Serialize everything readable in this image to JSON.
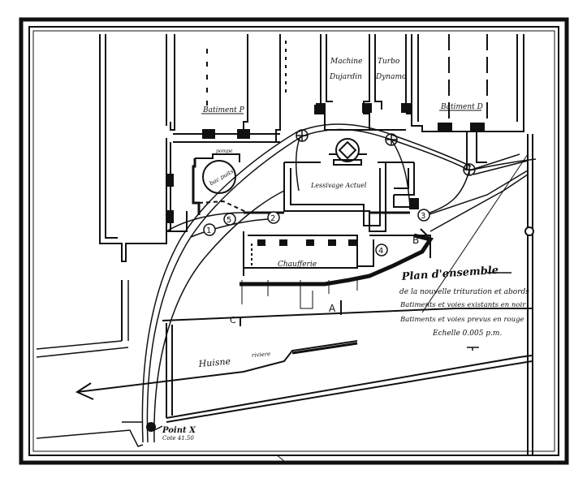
{
  "buildings": {
    "batiment_left": "Batiment P",
    "batiment_right": "Batiment D",
    "machine": "Machine",
    "dujardin": "Dujardin",
    "turbo": "Turbo",
    "dynamo": "Dynamo",
    "pompe": "pompe",
    "bac_puits": "bac puits",
    "lessivage": "Lessivage Actuel",
    "chaufferie": "Chaufferie"
  },
  "points": {
    "p1": "1",
    "p2": "2",
    "p3": "3",
    "p4": "4",
    "p5": "5",
    "a": "A",
    "b": "B",
    "c": "C",
    "point_x": "Point X",
    "point_x_cote": "Cote 41.50"
  },
  "river": {
    "name": "Huisne",
    "suffix": "riviere"
  },
  "legend": {
    "title": "Plan d'ensemble",
    "subtitle": "de la nouvelle trituration et abords",
    "existing": "Batiments et voies existants en noir",
    "planned": "Batiments et voies prevus en rouge",
    "scale": "Echelle 0.005 p.m."
  },
  "colors": {
    "ink": "#111111",
    "paper": "#ffffff"
  }
}
